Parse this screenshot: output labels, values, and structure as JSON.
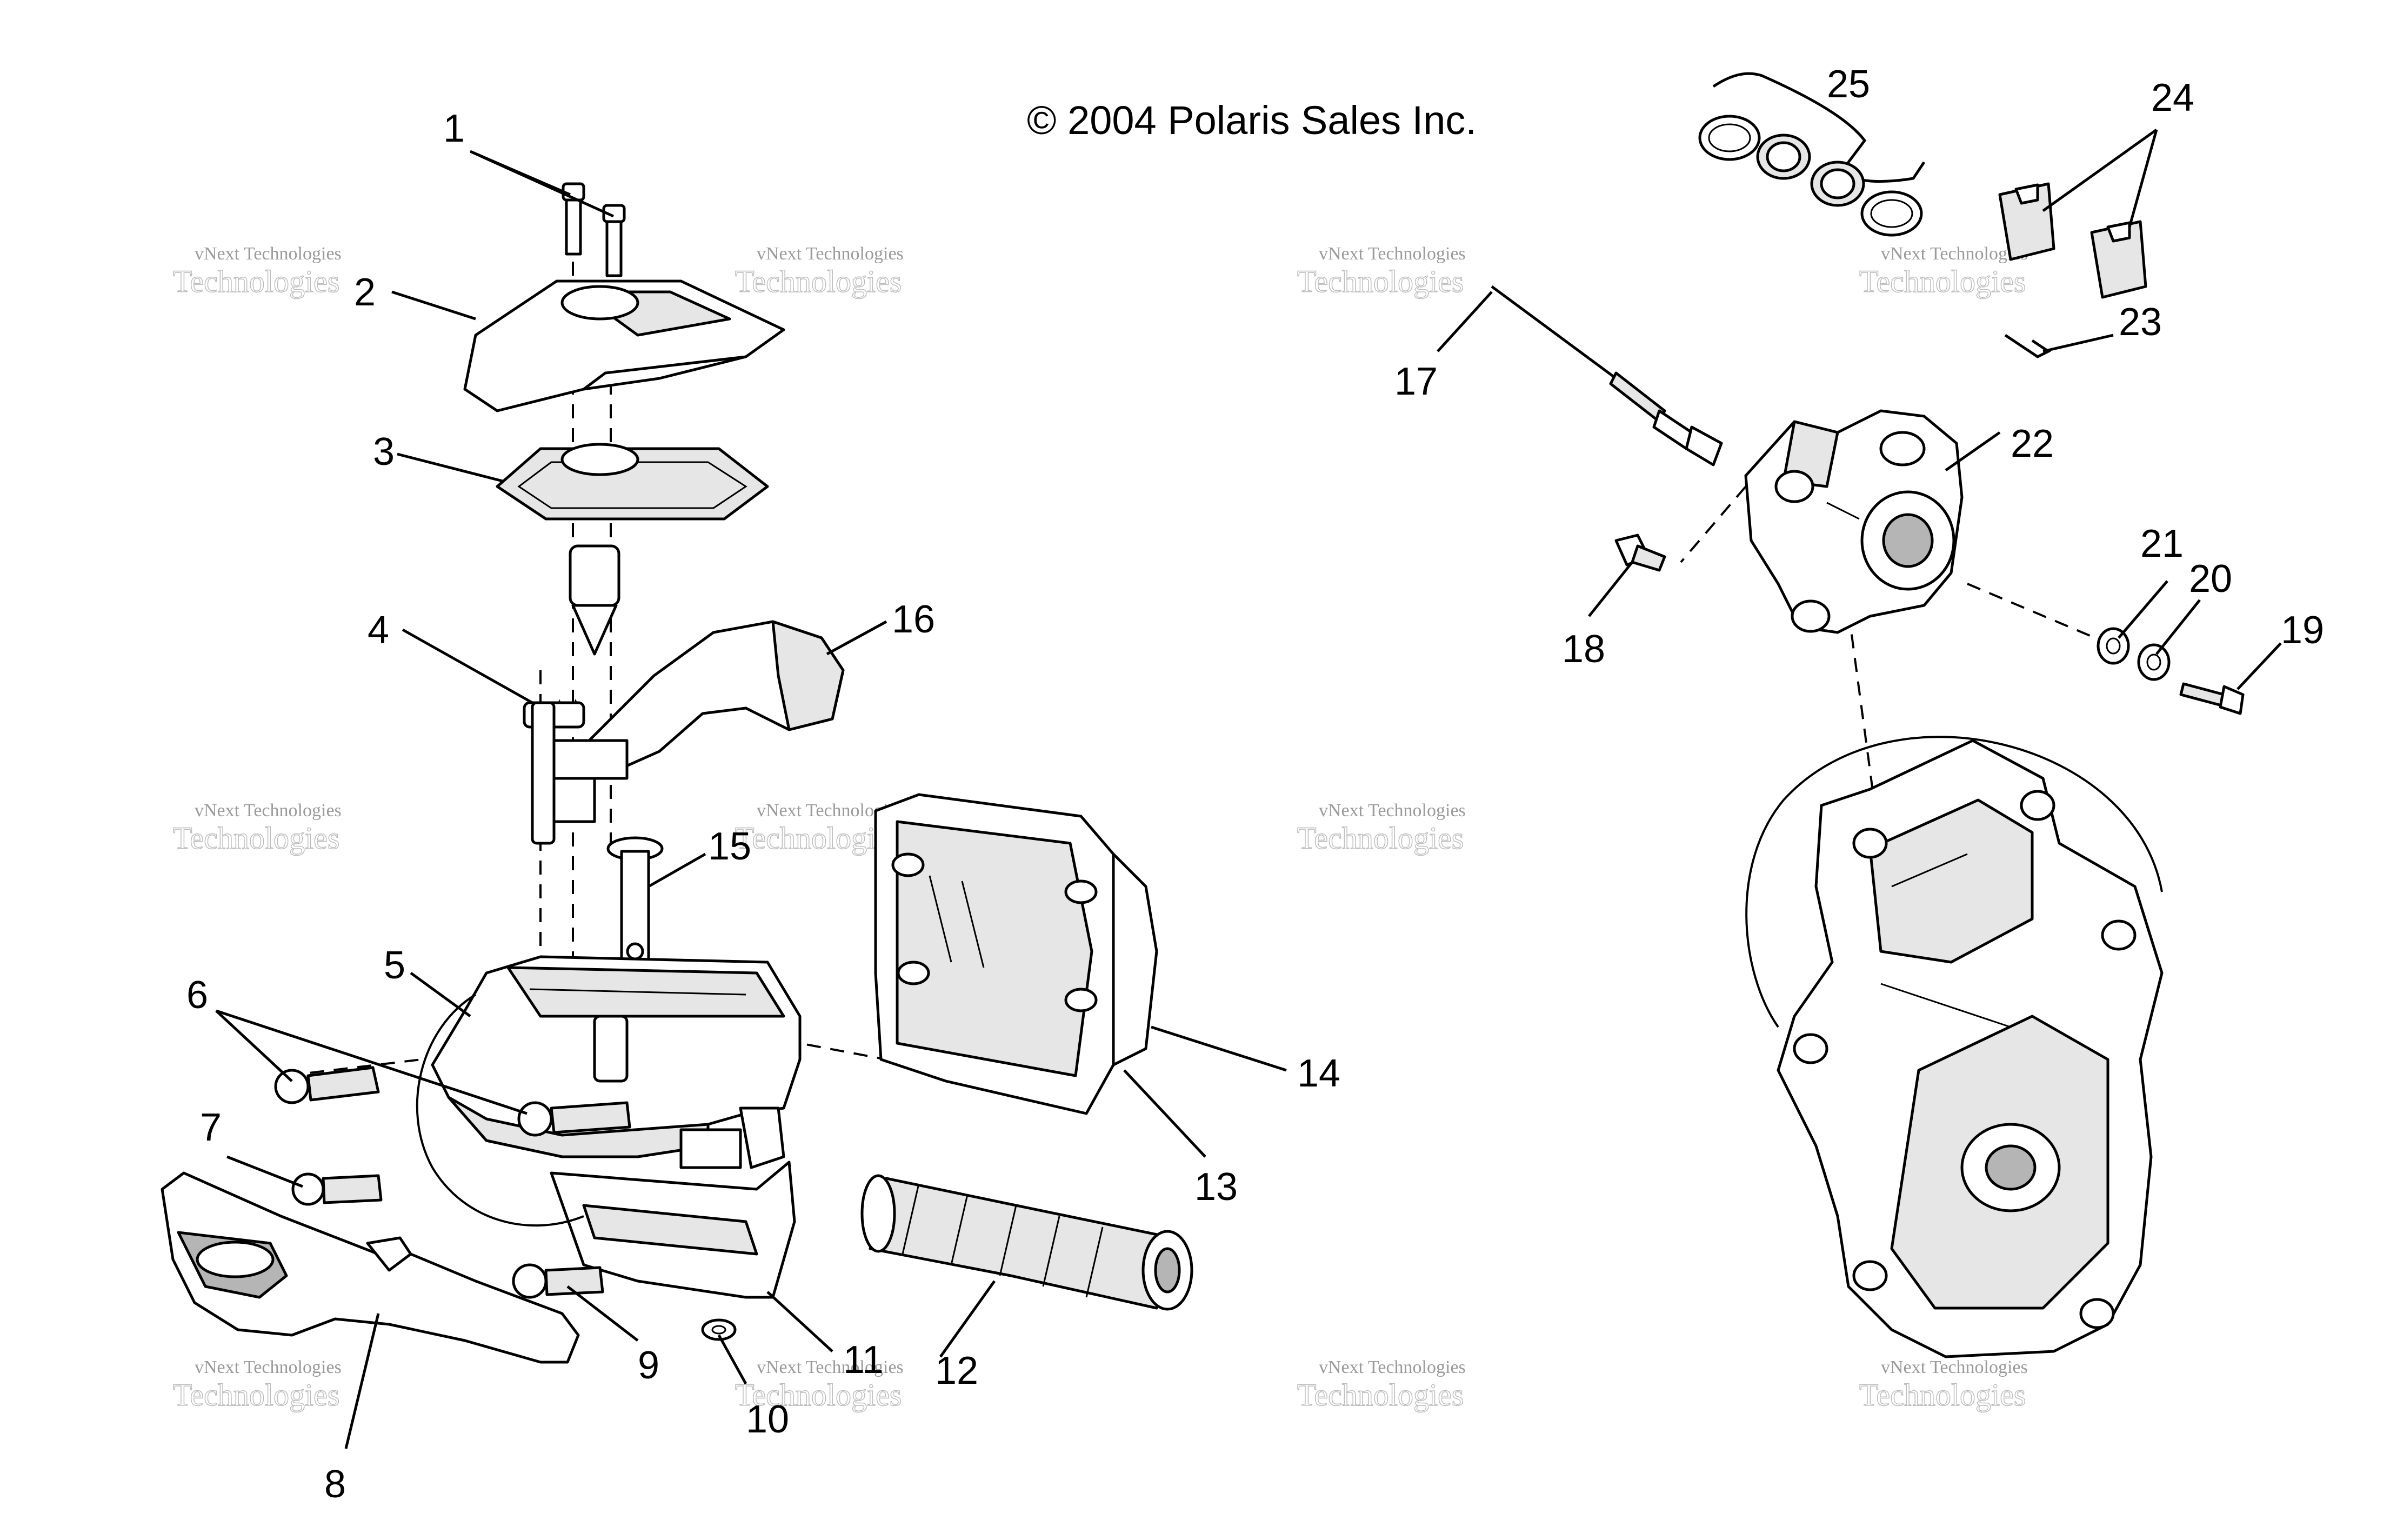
{
  "copyright": "© 2004 Polaris Sales Inc.",
  "watermark": {
    "line1": "vNext Technologies",
    "line2": "Technologies"
  },
  "callouts": [
    "1",
    "2",
    "3",
    "4",
    "5",
    "6",
    "7",
    "8",
    "9",
    "10",
    "11",
    "12",
    "13",
    "14",
    "15",
    "16",
    "17",
    "18",
    "19",
    "20",
    "21",
    "22",
    "23",
    "24",
    "25"
  ]
}
